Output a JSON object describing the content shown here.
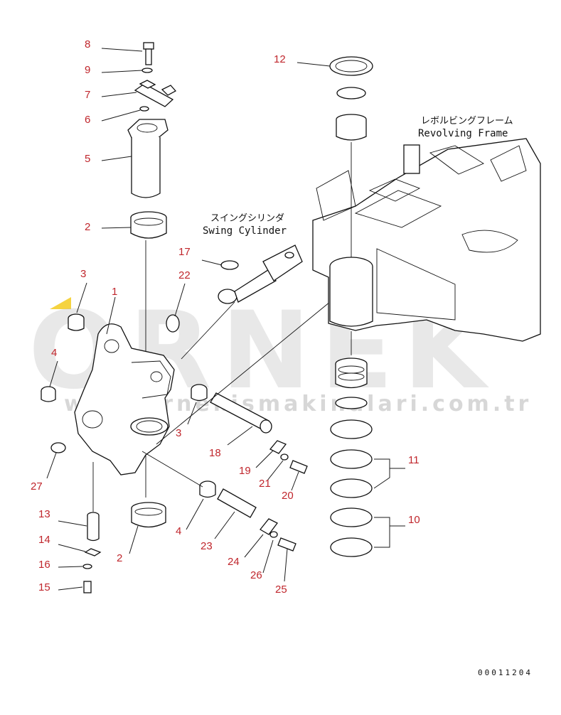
{
  "labels": {
    "swing_cylinder_jp": "スイングシリンダ",
    "swing_cylinder_en": "Swing Cylinder",
    "revolving_frame_jp": "レボルビングフレーム",
    "revolving_frame_en": "Revolving Frame"
  },
  "callouts": {
    "c8": "8",
    "c9": "9",
    "c7": "7",
    "c6": "6",
    "c5": "5",
    "c2a": "2",
    "c3a": "3",
    "c1": "1",
    "c4a": "4",
    "c27": "27",
    "c13": "13",
    "c14": "14",
    "c16": "16",
    "c15": "15",
    "c17": "17",
    "c22": "22",
    "c3b": "3",
    "c18": "18",
    "c19": "19",
    "c21": "21",
    "c20": "20",
    "c4b": "4",
    "c23": "23",
    "c2b": "2",
    "c24": "24",
    "c26": "26",
    "c25": "25",
    "c12": "12",
    "c11": "11",
    "c10": "10"
  },
  "watermark": {
    "brand": "ORNEK",
    "url": "www.ornekismakinalari.com.tr"
  },
  "drawing_number": "00011204"
}
